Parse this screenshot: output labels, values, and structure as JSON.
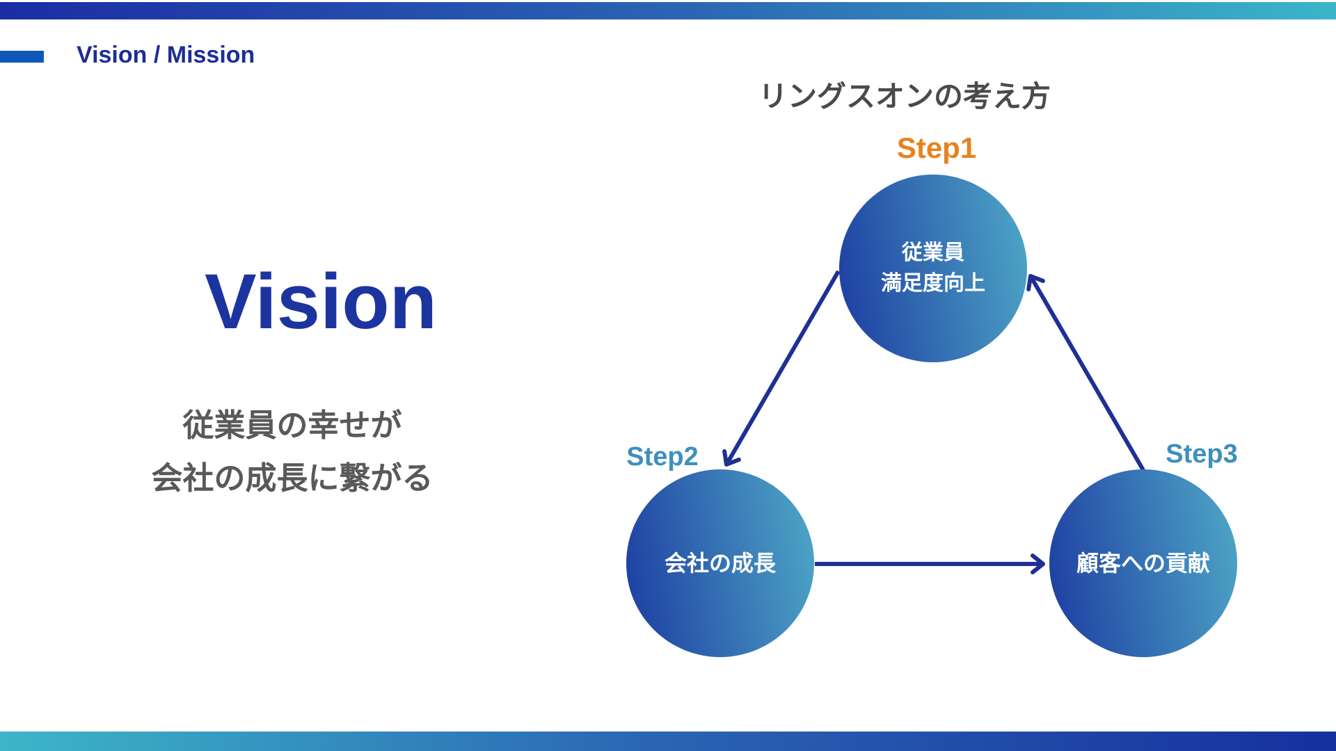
{
  "slide": {
    "header": {
      "label": "Vision / Mission"
    },
    "left": {
      "title": "Vision",
      "subtitle_lines": [
        "従業員の幸せが",
        "会社の成長に繋がる"
      ]
    },
    "diagram": {
      "title": "リングスオンの考え方",
      "steps": [
        {
          "label": "Step1",
          "label_color": "#E5831F",
          "circle_lines": [
            "従業員",
            "満足度向上"
          ]
        },
        {
          "label": "Step2",
          "label_color": "#3E8FBC",
          "circle_lines": [
            "会社の成長"
          ]
        },
        {
          "label": "Step3",
          "label_color": "#3E8FBC",
          "circle_lines": [
            "顧客への貢献"
          ]
        }
      ],
      "connections": [
        {
          "from": "Step1",
          "to": "Step2"
        },
        {
          "from": "Step2",
          "to": "Step3"
        },
        {
          "from": "Step3",
          "to": "Step1"
        }
      ]
    },
    "colors": {
      "bar_dark_blue": "#1B2DA4",
      "bar_cyan": "#3BB5C9",
      "header_dash_blue": "#0F57B8",
      "header_text": "#1B2E96",
      "title_blue": "#1C34A0",
      "subtitle_gray": "#595959",
      "diagram_title_gray": "#4A4A4A",
      "step1_orange": "#E5831F",
      "step_blue": "#3E8FBC",
      "arrow_navy": "#1E3093",
      "circle_gradient_start": "#1C3BA1",
      "circle_gradient_end": "#4FA9C7"
    }
  }
}
